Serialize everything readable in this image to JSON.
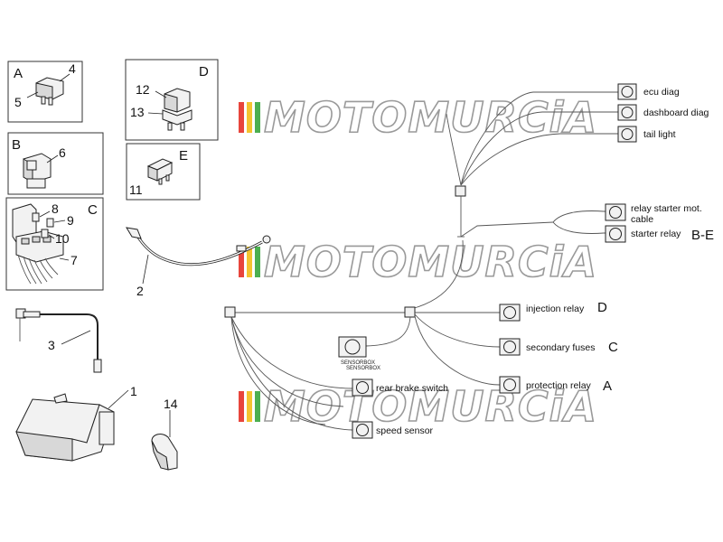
{
  "parts": {
    "n1": "1",
    "n2": "2",
    "n3": "3",
    "n4": "4",
    "n5": "5",
    "n6": "6",
    "n7": "7",
    "n8": "8",
    "n9": "9",
    "n10": "10",
    "n11": "11",
    "n12": "12",
    "n13": "13",
    "n14": "14"
  },
  "groups": {
    "a": "A",
    "b": "B",
    "c": "C",
    "d": "D",
    "e": "E"
  },
  "connectors": {
    "ecu_diag": "ecu diag",
    "dashboard_diag": "dashboard diag",
    "tail_light": "tail light",
    "relay_starter_line1": "relay starter mot.",
    "relay_starter_line2": "cable",
    "starter_relay": "starter relay",
    "starter_relay_code": "B-E",
    "injection_relay": "injection relay",
    "injection_relay_code": "D",
    "secondary_fuses": "secondary fuses",
    "secondary_fuses_code": "C",
    "protection_relay": "protection relay",
    "protection_relay_code": "A",
    "sensorbox_line1": "SENSORBOX",
    "sensorbox_line2": "SENSORBOX",
    "rear_brake_switch": "rear brake switch",
    "speed_sensor": "speed sensor"
  },
  "watermark": {
    "text": "MOTOMURCiA"
  },
  "colors": {
    "watermark_red": "#e8453c",
    "watermark_yellow": "#f4c430",
    "watermark_green": "#4caf50"
  }
}
